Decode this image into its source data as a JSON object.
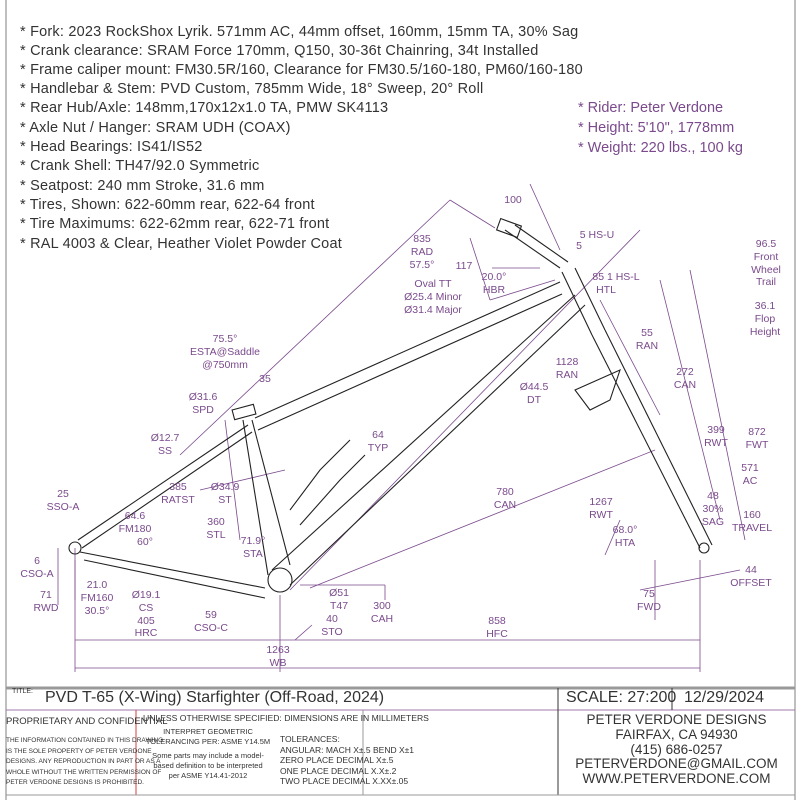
{
  "specs": [
    "* Fork: 2023 RockShox Lyrik. 571mm AC, 44mm offset, 160mm, 15mm TA, 30% Sag",
    "* Crank clearance: SRAM Force 170mm, Q150, 30-36t Chainring, 34t Installed",
    "* Frame caliper mount: FM30.5R/160, Clearance for FM30.5/160-180, PM60/160-180",
    "* Handlebar & Stem: PVD Custom, 785mm Wide, 18° Sweep, 20° Roll",
    "* Rear Hub/Axle: 148mm,170x12x1.0 TA, PMW SK4113",
    "* Axle Nut / Hanger: SRAM UDH (COAX)",
    "* Head Bearings: IS41/IS52",
    "* Crank Shell: TH47/92.0 Symmetric",
    "* Seatpost: 240 mm Stroke, 31.6 mm",
    "* Tires, Shown: 622-60mm rear, 622-64 front",
    "* Tire Maximums: 622-62mm rear, 622-71 front",
    "* RAL 4003 & Clear, Heather Violet Powder Coat"
  ],
  "rider": {
    "name": "* Rider: Peter Verdone",
    "height": "* Height: 5'10\", 1778mm",
    "weight": "* Weight: 220 lbs., 100 kg"
  },
  "dimensions": {
    "stem_len": [
      "100"
    ],
    "rad": [
      "835",
      "RAD",
      "57.5°"
    ],
    "stack_117": [
      "117"
    ],
    "hbr": [
      "20.0°",
      "HBR"
    ],
    "hs_u": [
      "5 HS-U"
    ],
    "spacer": [
      "5"
    ],
    "hs_l": [
      "85 1 HS-L",
      "HTL"
    ],
    "trail": [
      "96.5",
      "Front",
      "Wheel",
      "Trail"
    ],
    "flop": [
      "36.1",
      "Flop",
      "Height"
    ],
    "ran55": [
      "55",
      "RAN"
    ],
    "tt": [
      "Oval TT",
      "Ø25.4 Minor",
      "Ø31.4 Major"
    ],
    "ran1128": [
      "1128",
      "RAN"
    ],
    "can272": [
      "272",
      "CAN"
    ],
    "dt": [
      "Ø44.5",
      "DT"
    ],
    "rwt399": [
      "399",
      "RWT"
    ],
    "fwt": [
      "872",
      "FWT"
    ],
    "ac": [
      "571",
      "AC"
    ],
    "sag": [
      "48",
      "30%",
      "SAG"
    ],
    "travel": [
      "160",
      "TRAVEL"
    ],
    "rwt1267": [
      "1267",
      "RWT"
    ],
    "hta": [
      "68.0°",
      "HTA"
    ],
    "offset": [
      "44",
      "OFFSET"
    ],
    "fwd": [
      "75",
      "FWD"
    ],
    "can780": [
      "780",
      "CAN"
    ],
    "esta": [
      "75.5°",
      "ESTA@Saddle",
      "@750mm"
    ],
    "sp35": [
      "35"
    ],
    "spd": [
      "Ø31.6",
      "SPD"
    ],
    "ss": [
      "Ø12.7",
      "SS"
    ],
    "typ": [
      "64",
      "TYP"
    ],
    "ratst": [
      "385",
      "RATST"
    ],
    "st": [
      "Ø34.9",
      "ST"
    ],
    "sso": [
      "25",
      "SSO-A"
    ],
    "fm180": [
      "64.6",
      "FM180",
      "60°"
    ],
    "stl": [
      "360",
      "STL"
    ],
    "sta": [
      "71.9°",
      "STA"
    ],
    "cso_a": [
      "6",
      "CSO-A"
    ],
    "fm160": [
      "21.0",
      "FM160",
      "30.5°"
    ],
    "cs": [
      "Ø19.1",
      "CS",
      "405",
      "HRC"
    ],
    "rwd": [
      "71",
      "RWD"
    ],
    "cso_c": [
      "59",
      "CSO-C"
    ],
    "bb": [
      "Ø51",
      "T47"
    ],
    "sto": [
      "40",
      "STO"
    ],
    "cah": [
      "300",
      "CAH"
    ],
    "hfc": [
      "858",
      "HFC"
    ],
    "wb": [
      "1263",
      "WB"
    ]
  },
  "title_block": {
    "title_label": "TITLE:",
    "title": "PVD T-65 (X-Wing) Starfighter  (Off-Road, 2024)",
    "scale": "SCALE: 27:200",
    "date": "12/29/2024",
    "prop_heading": "PROPRIETARY AND CONFIDENTIAL",
    "prop_text": [
      "THE INFORMATION CONTAINED IN THIS DRAWING",
      "IS THE SOLE PROPERTY OF PETER VERDONE",
      "DESIGNS.  ANY  REPRODUCTION IN PART OR AS A",
      "WHOLE WITHOUT THE WRITTEN PERMISSION OF",
      "PETER VERDONE DESIGNS IS PROHIBITED."
    ],
    "units": "UNLESS OTHERWISE SPECIFIED: DIMENSIONS ARE IN MILLIMETERS",
    "gdt": [
      "INTERPRET GEOMETRIC",
      "TOLERANCING PER: ASME Y14.5M"
    ],
    "mbd": [
      "Some parts may include a model-",
      "based definition to be interpreted",
      "per ASME Y14.41-2012"
    ],
    "tolerances": [
      "TOLERANCES:",
      "ANGULAR: MACH X±.5   BEND X±1",
      "ZERO PLACE DECIMAL   X±.5",
      "ONE PLACE DECIMAL    X.X±.2",
      "TWO PLACE DECIMAL   X.XX±.05"
    ],
    "company": [
      "PETER VERDONE DESIGNS",
      "FAIRFAX, CA 94930",
      "(415) 686-0257",
      "PETERVERDONE@GMAIL.COM",
      "WWW.PETERVERDONE.COM"
    ]
  },
  "colors": {
    "dimension": "#7a4a8c",
    "line": "#222222",
    "border": "#999999",
    "accent_divider": "#d04040"
  }
}
